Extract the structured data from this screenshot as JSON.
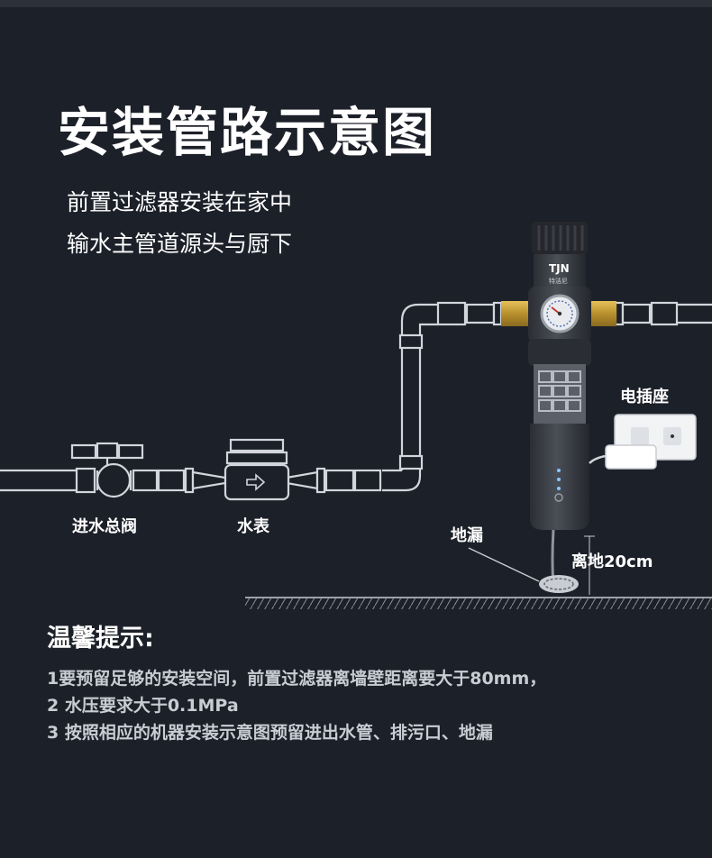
{
  "page": {
    "title": "安装管路示意图",
    "subtitle_lines": [
      "前置过滤器安装在家中",
      "输水主管道源头与厨下"
    ]
  },
  "diagram": {
    "labels": {
      "main_valve": "进水总阀",
      "water_meter": "水表",
      "socket": "电插座",
      "floor_drain": "地漏",
      "height": "离地20cm"
    },
    "brand_logo": "TJN",
    "brand_sub": "特洁尼",
    "colors": {
      "background": "#1c2029",
      "pipe_stroke": "#d2d5db",
      "brass": "#c9a23a",
      "filter_body": "#3a3d44"
    }
  },
  "tips": {
    "title": "温馨提示:",
    "lines": [
      "1要预留足够的安装空间，前置过滤器离墙壁距离要大于80mm，",
      "2 水压要求大于0.1MPa",
      "3 按照相应的机器安装示意图预留进出水管、排污口、地漏"
    ]
  }
}
